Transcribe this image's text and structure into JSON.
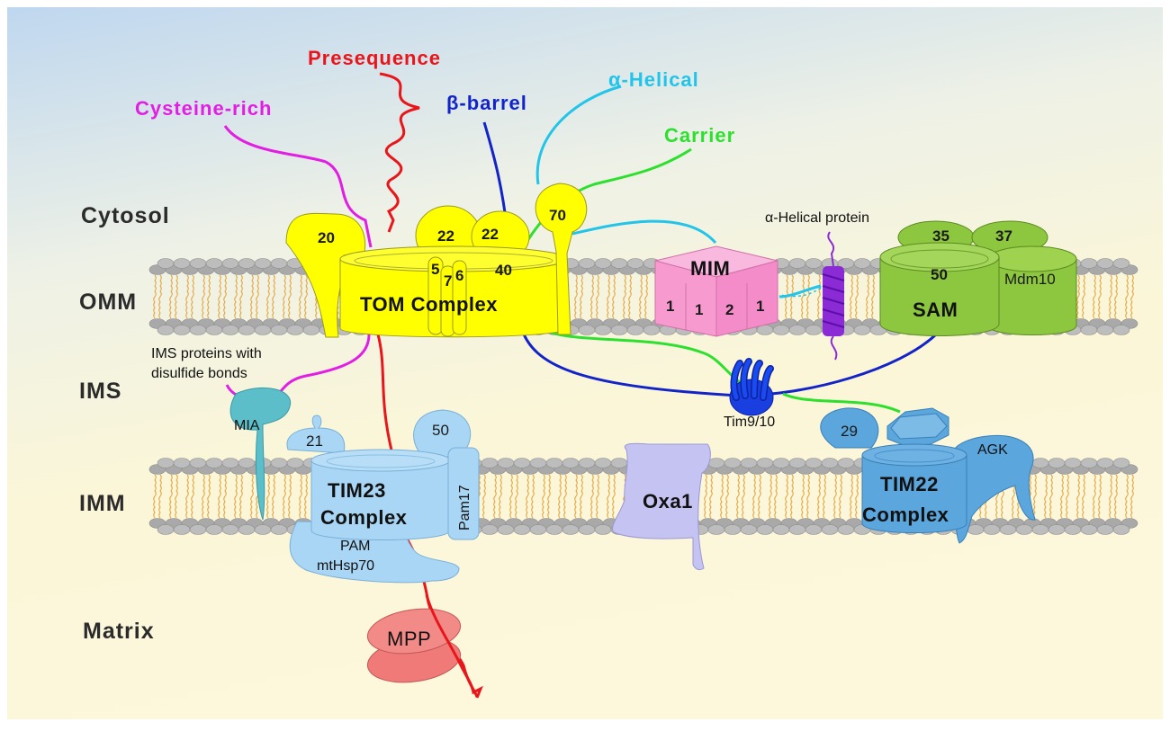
{
  "regions": {
    "cytosol": "Cytosol",
    "omm": "OMM",
    "ims": "IMS",
    "imm": "IMM",
    "matrix": "Matrix"
  },
  "pathways": {
    "presequence": "Presequence",
    "cysteine_rich": "Cysteine-rich",
    "beta_barrel": "β-barrel",
    "alpha_helical": "α-Helical",
    "carrier": "Carrier"
  },
  "tom": {
    "name": "TOM Complex",
    "tom20": "20",
    "tom22a": "22",
    "tom22b": "22",
    "tom70": "70",
    "tom40": "40",
    "tom5": "5",
    "tom7": "7",
    "tom6": "6"
  },
  "mim": {
    "name": "MIM",
    "s1": "1",
    "s2": "1",
    "s3": "2",
    "s4": "1"
  },
  "alpha_helical_protein": "α-Helical protein",
  "sam": {
    "name": "SAM",
    "sam35": "35",
    "sam37": "37",
    "sam50": "50",
    "mdm10": "Mdm10"
  },
  "ims_proteins": {
    "line1": "IMS proteins with",
    "line2": "disulfide bonds"
  },
  "mia": "MIA",
  "tim9_10": "Tim9/10",
  "tim23": {
    "line1": "TIM23",
    "line2": "Complex",
    "tim21": "21",
    "tim50": "50",
    "pam17": "Pam17",
    "pam": "PAM",
    "mthsp70": "mtHsp70"
  },
  "oxa1": "Oxa1",
  "tim22": {
    "line1": "TIM22",
    "line2": "Complex",
    "tim29": "29",
    "agk": "AGK"
  },
  "mpp": "MPP",
  "colors": {
    "presequence": "#e8161b",
    "cysteine_rich": "#e31ee3",
    "beta_barrel": "#1224c8",
    "alpha_helical": "#22c4ea",
    "carrier": "#2ee02e",
    "tom": "#ffff00",
    "mim": "#f79ad0",
    "sam": "#8dc63f",
    "tim23": "#a9d6f5",
    "tim22": "#5aa6dd",
    "oxa1": "#c5c3f2",
    "mia": "#5bbec8",
    "mpp": "#f07a78"
  }
}
